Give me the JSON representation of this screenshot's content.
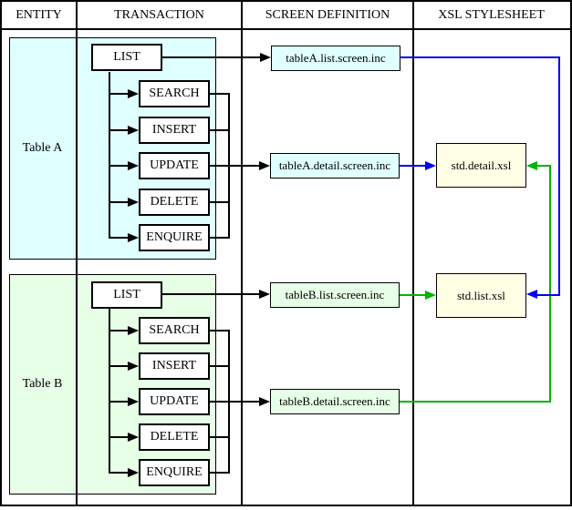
{
  "header": {
    "columns": [
      "ENTITY",
      "TRANSACTION",
      "SCREEN DEFINITION",
      "XSL STYLESHEET"
    ]
  },
  "groups": [
    {
      "entity_label": "Table A",
      "transactions": [
        "LIST",
        "SEARCH",
        "INSERT",
        "UPDATE",
        "DELETE",
        "ENQUIRE"
      ],
      "screen_definitions": [
        "tableA.list.screen.inc",
        "tableA.detail.screen.inc"
      ]
    },
    {
      "entity_label": "Table B",
      "transactions": [
        "LIST",
        "SEARCH",
        "INSERT",
        "UPDATE",
        "DELETE",
        "ENQUIRE"
      ],
      "screen_definitions": [
        "tableB.list.screen.inc",
        "tableB.detail.screen.inc"
      ]
    }
  ],
  "stylesheets": [
    "std.detail.xsl",
    "std.list.xsl"
  ],
  "connections": [
    {
      "from": "TableA.LIST",
      "to": "tableA.list.screen.inc",
      "color": "black"
    },
    {
      "from": "TableA.SEARCH+INSERT+UPDATE+DELETE+ENQUIRE",
      "to": "tableA.detail.screen.inc",
      "color": "black"
    },
    {
      "from": "TableB.LIST",
      "to": "tableB.list.screen.inc",
      "color": "black"
    },
    {
      "from": "TableB.SEARCH+INSERT+UPDATE+DELETE+ENQUIRE",
      "to": "tableB.detail.screen.inc",
      "color": "black"
    },
    {
      "from": "tableA.list.screen.inc",
      "to": "std.list.xsl",
      "color": "blue"
    },
    {
      "from": "tableA.detail.screen.inc",
      "to": "std.detail.xsl",
      "color": "blue"
    },
    {
      "from": "tableB.list.screen.inc",
      "to": "std.list.xsl",
      "color": "green"
    },
    {
      "from": "tableB.detail.screen.inc",
      "to": "std.detail.xsl",
      "color": "green"
    }
  ],
  "colors": {
    "table_a_fill": "#E0FFFF",
    "table_b_fill": "#E6FFE6",
    "stylesheet_fill": "#FFFFE6",
    "link_blue": "#0000EE",
    "link_green": "#00B400"
  }
}
